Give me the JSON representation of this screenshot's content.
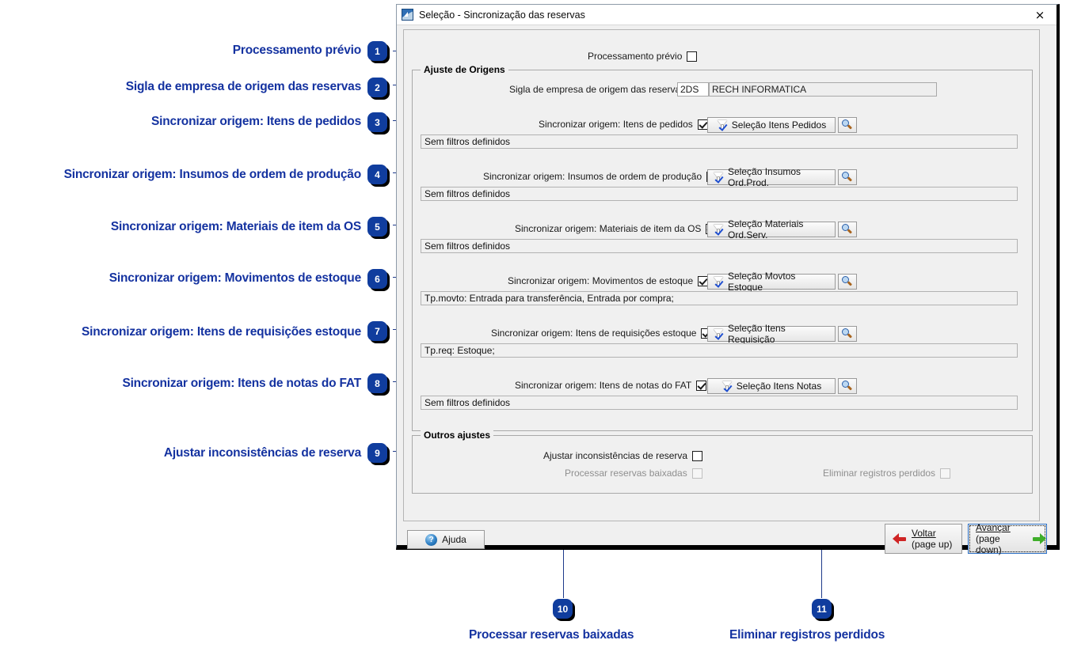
{
  "window": {
    "title": "Seleção - Sincronização das reservas",
    "icon": "app-window-icon",
    "close_icon": "×"
  },
  "form": {
    "pre_processing": {
      "label": "Processamento prévio",
      "checked": false
    },
    "group_origins": {
      "title": "Ajuste de Origens",
      "company": {
        "label": "Sigla de empresa de origem das reservas",
        "code": "2DS",
        "name": "RECH INFORMATICA"
      },
      "rows": [
        {
          "label": "Sincronizar origem: Itens de pedidos",
          "checked": true,
          "button": "Seleção Itens Pedidos",
          "accesskey": "P",
          "filter": "Sem filtros definidos"
        },
        {
          "label": "Sincronizar origem: Insumos de ordem de produção",
          "checked": true,
          "button": "Seleção Insumos Ord.Prod.",
          "accesskey": "I",
          "filter": "Sem filtros definidos"
        },
        {
          "label": "Sincronizar origem: Materiais de item da OS",
          "checked": true,
          "button": "Seleção Materiais Ord.Serv.",
          "accesskey": "M",
          "filter": "Sem filtros definidos"
        },
        {
          "label": "Sincronizar origem: Movimentos de estoque",
          "checked": true,
          "button": "Seleção Movtos Estoque",
          "accesskey": "E",
          "filter": "Tp.movto: Entrada para transferência, Entrada por compra;"
        },
        {
          "label": "Sincronizar origem: Itens de requisições estoque",
          "checked": true,
          "button": "Seleção Itens Requisição",
          "accesskey": "R",
          "filter": "Tp.req: Estoque;"
        },
        {
          "label": "Sincronizar origem: Itens de notas do FAT",
          "checked": true,
          "button": "Seleção Itens Notas",
          "accesskey": "N",
          "filter": "Sem filtros definidos"
        }
      ]
    },
    "group_other": {
      "title": "Outros ajustes",
      "adjust_inconsistencies": {
        "label": "Ajustar inconsistências de reserva",
        "checked": false,
        "disabled": false
      },
      "process_written_off": {
        "label": "Processar reservas baixadas",
        "checked": false,
        "disabled": true
      },
      "delete_lost": {
        "label": "Eliminar registros perdidos",
        "checked": false,
        "disabled": true
      }
    }
  },
  "footer": {
    "help": {
      "label": "Ajuda",
      "accesskey": "j",
      "icon": "help-icon"
    },
    "back": {
      "label": "Voltar",
      "sub": "(page up)",
      "accesskey": "V",
      "icon": "arrow-left-icon"
    },
    "next": {
      "label": "Avançar",
      "sub": "(page down)",
      "accesskey": "A",
      "icon": "arrow-right-icon",
      "focused": true
    }
  },
  "annotations": [
    {
      "number": "1",
      "label": "Processamento prévio"
    },
    {
      "number": "2",
      "label": "Sigla de empresa de origem das reservas"
    },
    {
      "number": "3",
      "label": "Sincronizar origem: Itens de pedidos"
    },
    {
      "number": "4",
      "label": "Sincronizar origem: Insumos de ordem de produção"
    },
    {
      "number": "5",
      "label": "Sincronizar origem: Materiais de item da OS"
    },
    {
      "number": "6",
      "label": "Sincronizar origem: Movimentos de estoque"
    },
    {
      "number": "7",
      "label": "Sincronizar origem: Itens de requisições estoque"
    },
    {
      "number": "8",
      "label": "Sincronizar origem: Itens de notas do FAT"
    },
    {
      "number": "9",
      "label": "Ajustar inconsistências de reserva"
    },
    {
      "number": "10",
      "label": "Processar reservas baixadas"
    },
    {
      "number": "11",
      "label": "Eliminar registros perdidos"
    }
  ],
  "colors": {
    "annotation_blue": "#1432a0",
    "badge_blue": "#103d9e",
    "leader_line": "#1e3a8a",
    "window_bg": "#f0f0f0"
  }
}
